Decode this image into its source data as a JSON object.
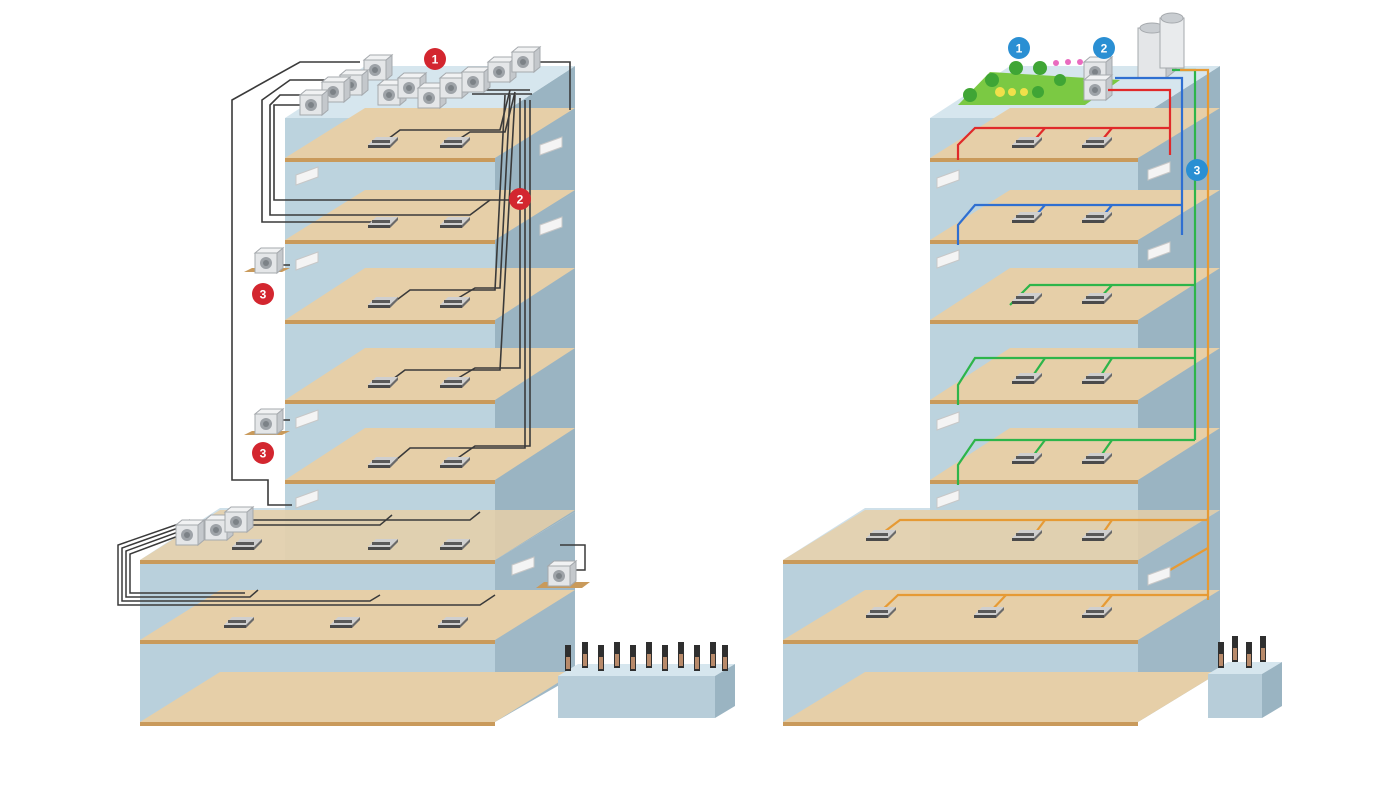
{
  "colors": {
    "background": "#ffffff",
    "wall_front": "#b9d0dc",
    "wall_side": "#9fb8c6",
    "roof": "#d6e6ee",
    "floor_slab": "#e6cfa8",
    "floor_edge": "#c99a5b",
    "pipe_dark": "#3a3a3a",
    "badge_red": "#d3262f",
    "badge_blue": "#2a8fd3",
    "pipe_red": "#e02a2a",
    "pipe_blue": "#2f6fd1",
    "pipe_green": "#2db54a",
    "pipe_orange": "#e69a34",
    "roof_garden": "#7bc943"
  },
  "left_building": {
    "badges": [
      {
        "label": "1"
      },
      {
        "label": "2"
      },
      {
        "label": "3"
      },
      {
        "label": "3"
      }
    ]
  },
  "right_building": {
    "badges": [
      {
        "label": "1"
      },
      {
        "label": "2"
      },
      {
        "label": "3"
      }
    ]
  },
  "icons": [
    "outdoor-unit-icon",
    "indoor-cassette-unit-icon",
    "wall-mounted-unit-icon",
    "pipe-bundle-icon",
    "tree-icon",
    "vrf-outdoor-unit-icon"
  ]
}
